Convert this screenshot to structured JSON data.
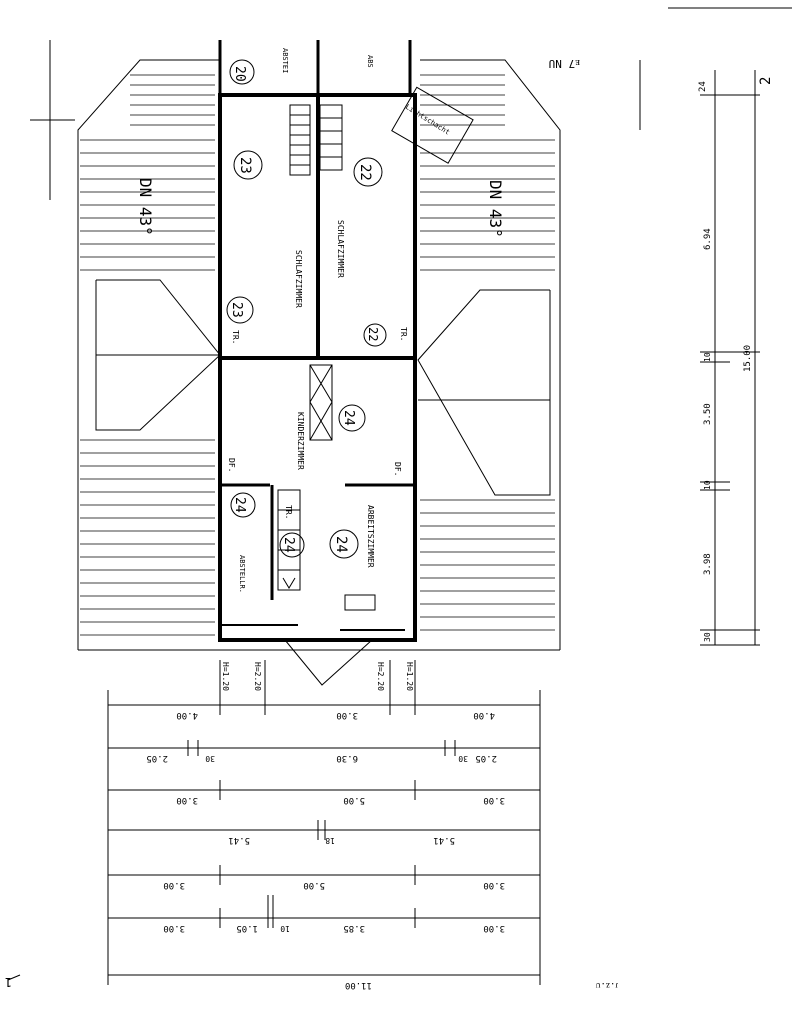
{
  "plan": {
    "rooms": [
      {
        "number": "20",
        "name": "ABSTEI"
      },
      {
        "number": "",
        "name": "ABS"
      },
      {
        "number": "23",
        "name": "SCHLAFZIMMER"
      },
      {
        "number": "22",
        "name": "SCHLAFZIMMER"
      },
      {
        "number": "24",
        "name": "KINDERZIMMER"
      },
      {
        "number": "24",
        "name": "ARBEITSZIMMER"
      },
      {
        "number": "24",
        "name": "ABSTELLR."
      }
    ],
    "markers": [
      "23",
      "22",
      "24"
    ],
    "stair_labels": [
      "TR.",
      "TR.",
      "TR."
    ],
    "dormer_labels": [
      "DF.",
      "DF."
    ],
    "roof_pitch_left": "DN 43°",
    "roof_pitch_right": "DN 43°",
    "top_note": "ᴇ7 NU",
    "lichtschacht": "Lichtschacht",
    "height_labels": [
      "H=1.20",
      "H=2.20",
      "H=2.20",
      "H=1.20"
    ],
    "vertical_dims": [
      "24",
      "6.94",
      "10",
      "3.50",
      "10",
      "3.98",
      "30"
    ],
    "vertical_total": "15.00",
    "corner_marks": [
      "2",
      "1"
    ],
    "bottom_dims": [
      [
        "4.00",
        "3.00",
        "4.00"
      ],
      [
        "2.05",
        "30",
        "6.30",
        "30",
        "2.05"
      ],
      [
        "3.00",
        "5.00",
        "3.00"
      ],
      [
        "5.41",
        "18",
        "5.41"
      ],
      [
        "3.00",
        "5.00",
        "3.00"
      ],
      [
        "3.00",
        "1.05",
        "10",
        "3.85",
        "3.00"
      ],
      [
        "11.00"
      ]
    ],
    "scale_note": "ᴊ.ᴢ.ᴜ"
  }
}
